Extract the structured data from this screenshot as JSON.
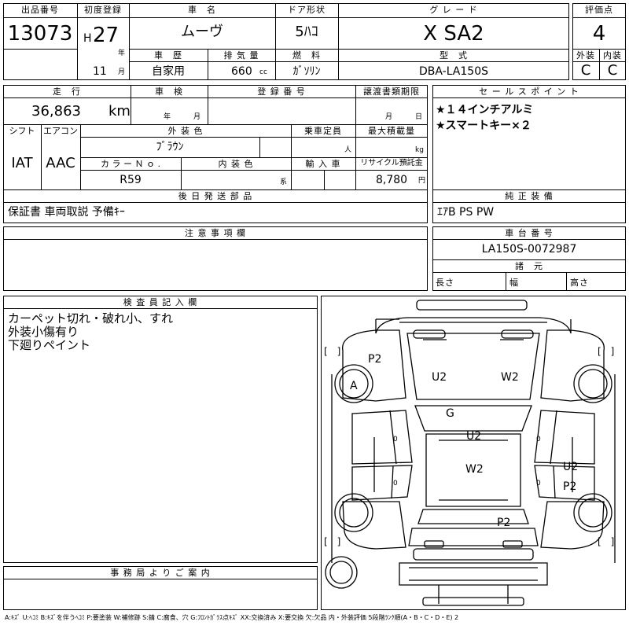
{
  "header": {
    "lot_label": "出品番号",
    "lot_number": "13073",
    "reg_label": "初度登録",
    "era": "H",
    "reg_year": "27",
    "year_unit": "年",
    "reg_month": "11",
    "month_unit": "月",
    "car_name_label": "車　名",
    "car_name": "ムーヴ",
    "door_label": "ドア形状",
    "door": "5ﾊｺ",
    "grade_label": "グ レ ー ド",
    "grade": "X SA2",
    "score_label": "評価点",
    "score": "4",
    "history_label": "車　歴",
    "history": "自家用",
    "displacement_label": "排 気 量",
    "displacement": "660",
    "displacement_unit": "cc",
    "fuel_label": "燃　料",
    "fuel": "ｶﾞｿﾘﾝ",
    "model_label": "型　式",
    "model": "DBA-LA150S",
    "exterior_grade_label": "外装",
    "exterior_grade": "C",
    "interior_grade_label": "内装",
    "interior_grade": "C"
  },
  "spec": {
    "mileage_label": "走　行",
    "mileage": "36,863",
    "mileage_unit": "km",
    "inspection_label": "車　検",
    "inspection_year": "年",
    "inspection_month": "月",
    "plate_label": "登 録 番 号",
    "transfer_label": "譲渡書類期限",
    "transfer_month": "月",
    "transfer_day": "日",
    "shift_label": "シフト",
    "shift": "IAT",
    "ac_label": "エアコン",
    "ac": "AAC",
    "color_label": "外 装 色",
    "color": "ﾌﾞﾗｳﾝ",
    "capacity_label": "乗車定員",
    "capacity_unit": "人",
    "load_label": "最大積載量",
    "load_unit": "kg",
    "color_no_label": "カ ラ ー Ｎ ｏ .",
    "color_no": "R59",
    "interior_color_label": "内 装 色",
    "interior_color_unit": "系",
    "import_label": "輸 入 車",
    "recycle_label": "リサイクル預託金",
    "recycle": "8,780",
    "recycle_unit": "円",
    "later_parts_label": "後 日 発 送 部 品",
    "later_parts": "保証書 車両取説 予備ｷｰ"
  },
  "sales": {
    "label": "セ ー ル ス ポ イ ン ト",
    "points": [
      "★１４インチアルミ",
      "★スマートキー×２"
    ]
  },
  "equipment": {
    "label": "純 正 装 備",
    "value": "ｴｱB PS PW"
  },
  "notes": {
    "label": "注 意 事 項 欄"
  },
  "chassis": {
    "label": "車 台 番 号",
    "value": "LA150S-0072987",
    "dims_label": "諸　元",
    "length_label": "長さ",
    "width_label": "幅",
    "height_label": "高さ"
  },
  "inspector": {
    "label": "検 査 員 記 入 欄",
    "lines": [
      "カーペット切れ・破れ小、すれ",
      "外装小傷有り",
      "下廻りペイント"
    ]
  },
  "office": {
    "label": "事 務 局 よ り ご 案 内"
  },
  "diagram": {
    "marks": {
      "p2_front_left": "P2",
      "a_front_wheel": "A",
      "u2_hood": "U2",
      "w2_hood": "W2",
      "g_windshield": "G",
      "u2_roof": "U2",
      "w2_roof": "W2",
      "u2_rear_right": "U2",
      "p2_rear_right": "P2",
      "p2_rear": "P2",
      "bracket_left_top": "[　]",
      "bracket_right_top": "[　]",
      "bracket_left_bottom": "[　]",
      "bracket_right_bottom": "[　]",
      "zero_1": "0",
      "zero_2": "0",
      "zero_3": "0",
      "zero_4": "0"
    }
  },
  "legend": "A:ｷｽﾞ U:ﾍｺﾐ B:ｷｽﾞを伴うﾍｺﾐ P:要塗装 W:補修跡 S:錆 C:腐食、穴 G:ﾌﾛﾝﾄｶﾞﾗｽ点ｷｽﾞ XX:交換済み X:要交換 欠:欠品 内・外装評価 5段階ﾗﾝｸ順(A・B・C・D・E) 2"
}
